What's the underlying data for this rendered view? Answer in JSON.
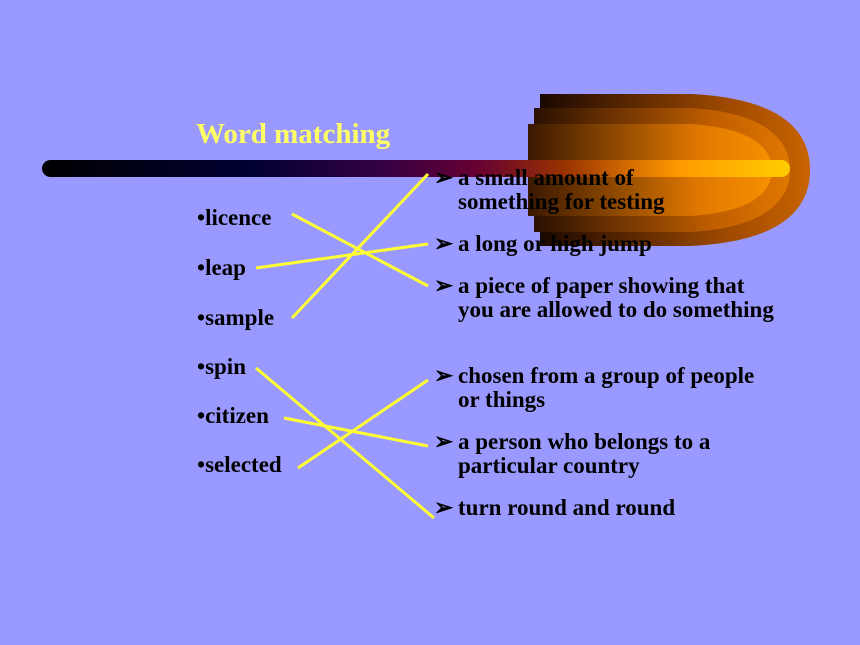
{
  "slide": {
    "title": "Word matching",
    "bullet": "•",
    "arrow_glyph": "➢",
    "colors": {
      "background": "#9999ff",
      "title": "#ffff66",
      "match_line": "#ffff33",
      "text": "#000000"
    },
    "words": [
      "licence",
      "leap",
      "sample",
      "spin",
      "citizen",
      "selected"
    ],
    "definitions": [
      "a small amount of something for testing",
      "a long or high jump",
      "a piece of paper showing that you are allowed to do something",
      "chosen from a group of people or things",
      "a person who belongs to a particular country",
      "turn round and round"
    ],
    "matches": [
      {
        "word": "licence",
        "definition": "a piece of paper showing that you are allowed to do something"
      },
      {
        "word": "leap",
        "definition": "a long or high jump"
      },
      {
        "word": "sample",
        "definition": "a small amount of something for testing"
      },
      {
        "word": "spin",
        "definition": "turn round and round"
      },
      {
        "word": "citizen",
        "definition": "a person who belongs to a particular country"
      },
      {
        "word": "selected",
        "definition": "chosen from a group of people or things"
      }
    ]
  }
}
